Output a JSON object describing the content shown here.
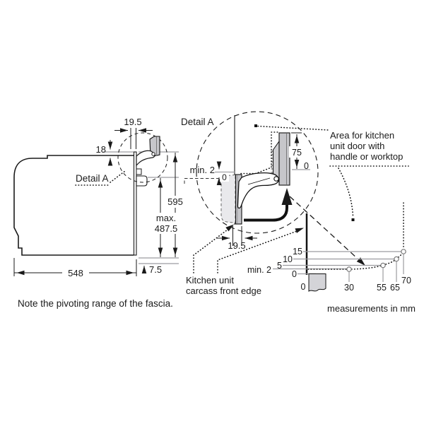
{
  "title_note": "Note the pivoting range of the fascia.",
  "units_label": "measurements in mm",
  "side_view": {
    "detail_ref_label": "Detail A",
    "dim_fascia_depth": "19.5",
    "dim_fascia_above_top": "18",
    "dim_height": "595",
    "dim_max_line1": "max.",
    "dim_max_line2": "487.5",
    "dim_bottom_gap": "7.5",
    "dim_depth": "548"
  },
  "detail_view": {
    "title": "Detail A",
    "dim_min_gap": "min. 2",
    "zero_left": "0",
    "dim_fascia_height": "75",
    "zero_right": "0",
    "dim_fascia_depth": "19.5"
  },
  "callouts": {
    "area_line1": "Area for kitchen",
    "area_line2": "unit door with",
    "area_line3": "handle or worktop",
    "carcass_line1": "Kitchen unit",
    "carcass_line2": "carcass front edge"
  },
  "clearance_chart": {
    "y_labels": [
      "15",
      "10",
      "5",
      "min. 2",
      "0"
    ],
    "x_labels": [
      "0",
      "30",
      "55",
      "65",
      "70"
    ],
    "chart_data": {
      "type": "line",
      "x": [
        0,
        30,
        55,
        65,
        70
      ],
      "y": [
        2,
        2,
        5,
        10,
        15
      ]
    }
  }
}
